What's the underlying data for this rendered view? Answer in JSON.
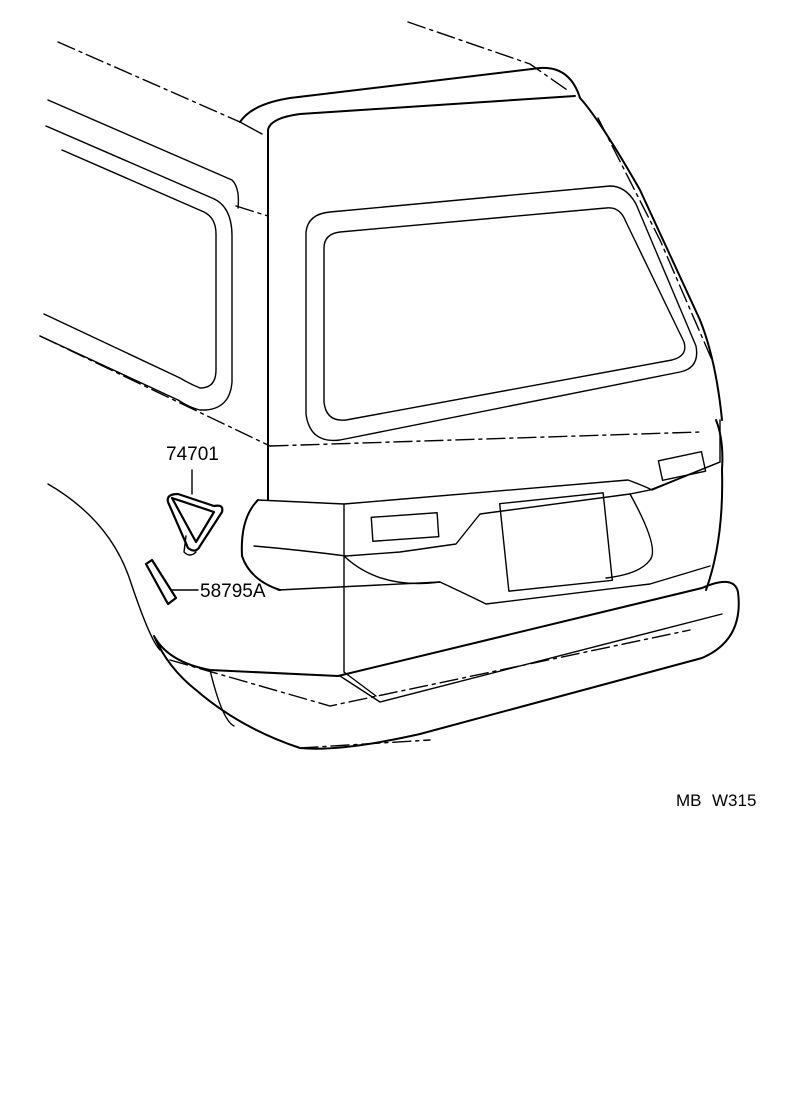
{
  "callouts": {
    "part_74701": "74701",
    "part_58795a": "58795A"
  },
  "figure_code": {
    "prefix": "MB",
    "number": "W315"
  }
}
